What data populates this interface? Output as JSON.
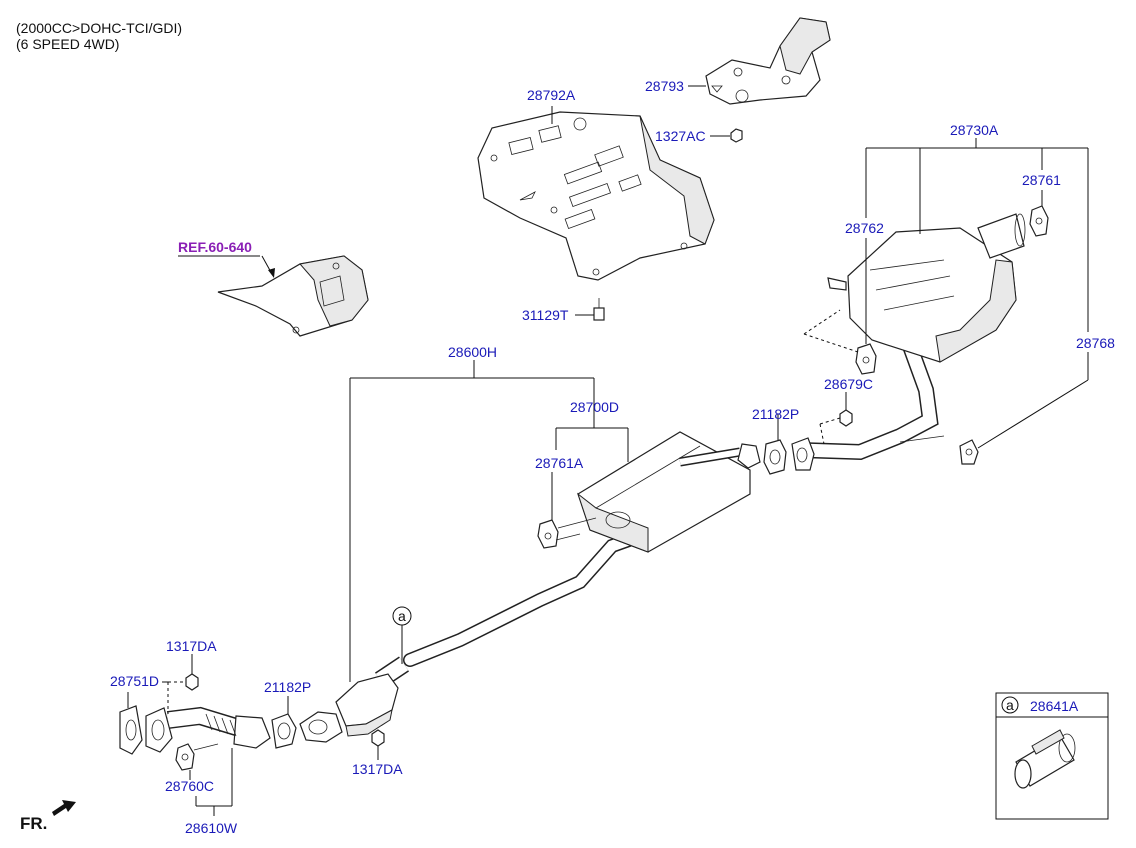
{
  "header": {
    "line1": "(2000CC>DOHC-TCI/GDI)",
    "line2": "(6 SPEED 4WD)"
  },
  "reference": {
    "label": "REF.60-640"
  },
  "front_indicator": {
    "label": "FR."
  },
  "parts": {
    "p28792A": "28792A",
    "p28793": "28793",
    "p1327AC": "1327AC",
    "p31129T": "31129T",
    "p28730A": "28730A",
    "p28761_top": "28761",
    "p28762": "28762",
    "p28768": "28768",
    "p28679C": "28679C",
    "p21182P_top": "21182P",
    "p28600H": "28600H",
    "p28700D": "28700D",
    "p28761A": "28761A",
    "p1317DA_top": "1317DA",
    "p28751D": "28751D",
    "p21182P_bottom": "21182P",
    "p1317DA_bottom": "1317DA",
    "p28760C": "28760C",
    "p28610W": "28610W"
  },
  "callout": {
    "marker": "a",
    "inset_marker": "a",
    "inset_part": "28641A"
  },
  "colors": {
    "part_number": "#1a1ab8",
    "reference": "#8a1fb5",
    "line": "#111111"
  }
}
